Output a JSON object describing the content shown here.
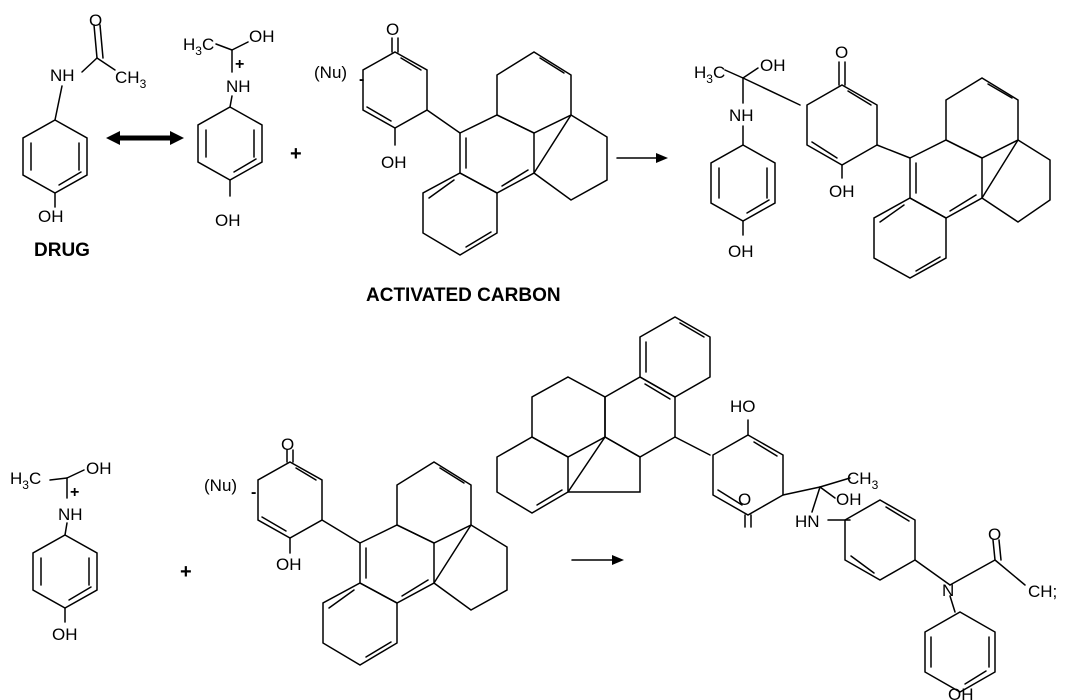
{
  "atoms": {
    "o": "O",
    "nh": "NH",
    "hn": "HN",
    "n": "N",
    "oh": "OH",
    "ho": "HO",
    "ch3": "CH",
    "h3c": "H",
    "c": "C",
    "sub3": "3",
    "nu": "(Nu)",
    "minus": "-",
    "plus_charge": "+",
    "ch_trunc": "CH;"
  },
  "labels": {
    "drug": "DRUG",
    "activated_carbon": "ACTIVATED CARBON",
    "plus": "+"
  },
  "colors": {
    "ink": "#000000",
    "background": "#ffffff"
  }
}
